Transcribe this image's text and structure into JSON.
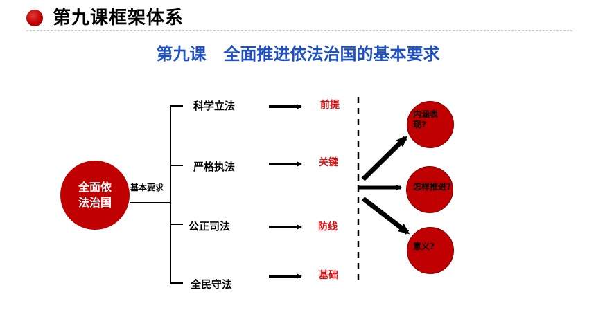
{
  "header": {
    "title": "第九课框架体系"
  },
  "main_title": "第九课   全面推进依法治国的基本要求",
  "diagram": {
    "root": "全面依法治国",
    "root_lines": [
      "全面依",
      "法治国"
    ],
    "connector_label": "基本要求",
    "items": [
      {
        "name": "科学立法",
        "role": "前提"
      },
      {
        "name": "严格执法",
        "role": "关键"
      },
      {
        "name": "公正司法",
        "role": "防线"
      },
      {
        "name": "全民守法",
        "role": "基础"
      }
    ],
    "questions": [
      {
        "lines": [
          "内涵表",
          "现?"
        ]
      },
      {
        "lines": [
          "怎样推进?"
        ]
      },
      {
        "lines": [
          "意义?"
        ]
      }
    ]
  },
  "colors": {
    "accent_red": "#c00000",
    "role_red": "#e01010",
    "title_blue": "#1f4fc4"
  }
}
